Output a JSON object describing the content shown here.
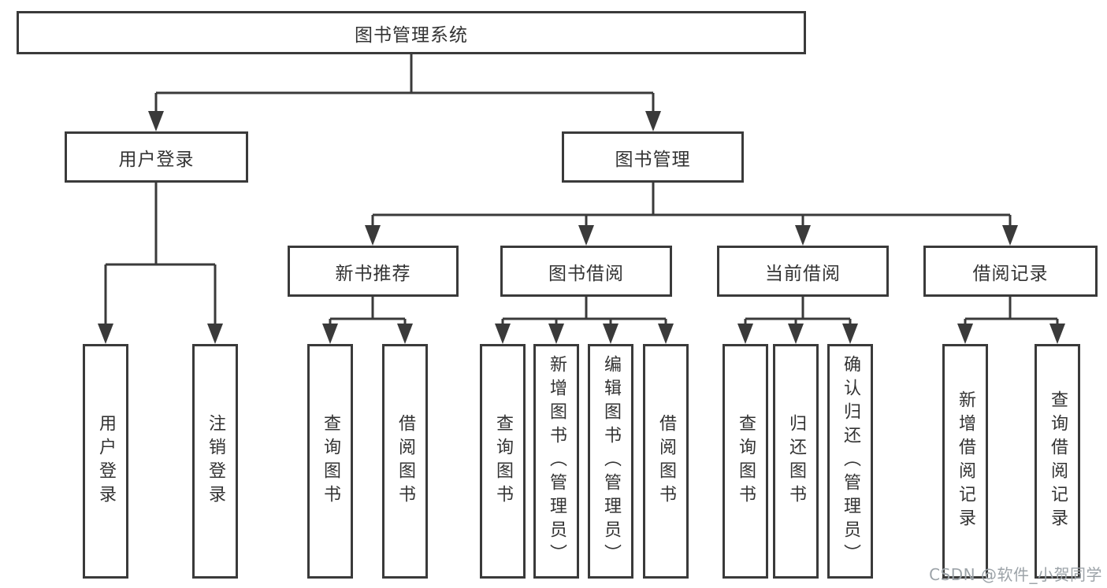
{
  "diagram": {
    "root": "图书管理系统",
    "level2": {
      "user_login": "用户登录",
      "book_management": "图书管理"
    },
    "level3": {
      "new_book_recommend": "新书推荐",
      "book_borrow": "图书借阅",
      "current_borrow": "当前借阅",
      "borrow_records": "借阅记录"
    },
    "leaves": {
      "ul_login": "用户登录",
      "ul_logout": "注销登录",
      "nb_query": "查询图书",
      "nb_borrow": "借阅图书",
      "bb_query": "查询图书",
      "bb_add": "新增图书（管理员）",
      "bb_edit": "编辑图书（管理员）",
      "bb_borrow": "借阅图书",
      "cb_query": "查询图书",
      "cb_return": "归还图书",
      "cb_confirm": "确认归还（管理员）",
      "rec_add": "新增借阅记录",
      "rec_query": "查询借阅记录"
    }
  },
  "watermark": "CSDN @软件_小贺同学",
  "colors": {
    "line": "#3a3a3a",
    "text": "#333333",
    "watermark": "#9ca3a8",
    "background": "#ffffff"
  }
}
